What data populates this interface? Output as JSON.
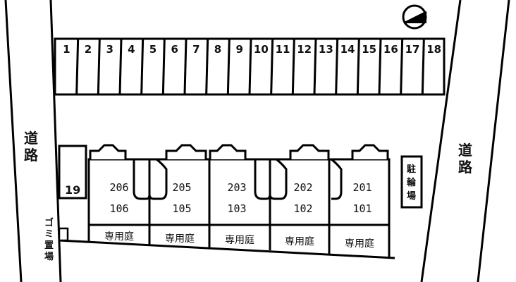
{
  "map": {
    "road_label_left": "道路",
    "road_label_right": "道路",
    "parking_spaces": [
      "1",
      "2",
      "3",
      "4",
      "5",
      "6",
      "7",
      "8",
      "9",
      "10",
      "11",
      "12",
      "13",
      "14",
      "15",
      "16",
      "17",
      "18"
    ],
    "extra_space": "19",
    "garbage_area": "ゴミ置場",
    "bicycle_parking": "駐輪場",
    "units": [
      {
        "upper": "206",
        "lower": "106"
      },
      {
        "upper": "205",
        "lower": "105"
      },
      {
        "upper": "203",
        "lower": "103"
      },
      {
        "upper": "202",
        "lower": "102"
      },
      {
        "upper": "201",
        "lower": "101"
      }
    ],
    "garden_labels": [
      "専用庭",
      "専用庭",
      "専用庭",
      "専用庭",
      "専用庭"
    ],
    "compass_icon": "north-arrow-icon"
  }
}
